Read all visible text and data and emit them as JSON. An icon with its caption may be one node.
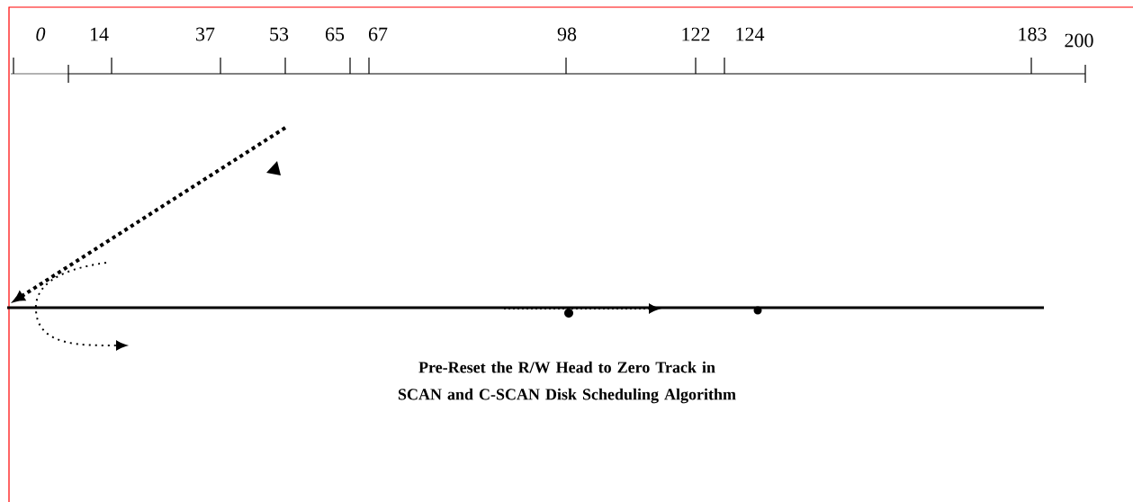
{
  "diagram": {
    "caption": "Pre-Reset the R/W Head to Zero Track in SCAN and C-SCAN Disk Scheduling Algorithm",
    "labels": [
      "*0*",
      "14",
      "37",
      "53",
      "65",
      "67",
      "98",
      "122",
      "124",
      "183",
      "200"
    ]
  }
}
